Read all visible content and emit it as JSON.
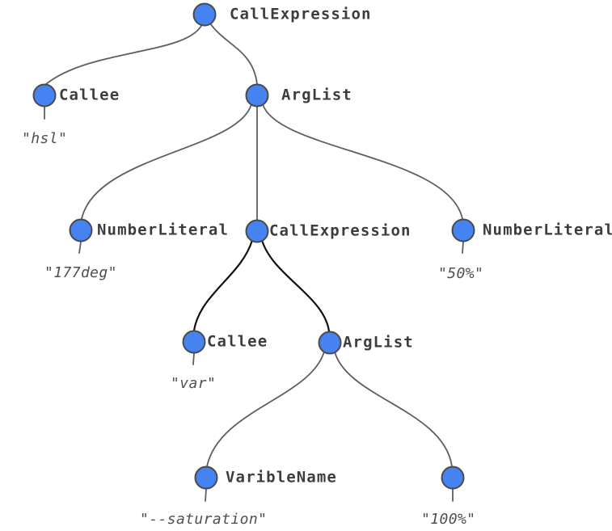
{
  "diagram": {
    "colors": {
      "node_fill": "#4584F0",
      "node_border": "#4a4a4a",
      "edge": "#5e5e5e",
      "edge_emphasis": "#121212",
      "label": "#3d3d3d",
      "value": "#4f4f4f",
      "background": "#ffffff"
    },
    "nodes": {
      "root": {
        "label": "CallExpression"
      },
      "callee_hsl": {
        "label": "Callee",
        "value": "\"hsl\""
      },
      "arglist_hsl": {
        "label": "ArgList"
      },
      "numlit_deg": {
        "label": "NumberLiteral",
        "value": "\"177deg\""
      },
      "callexpr_var": {
        "label": "CallExpression"
      },
      "numlit_50": {
        "label": "NumberLiteral",
        "value": "\"50%\""
      },
      "callee_var": {
        "label": "Callee",
        "value": "\"var\""
      },
      "arglist_var": {
        "label": "ArgList"
      },
      "varname": {
        "label": "VaribleName",
        "value": "\"--saturation\""
      },
      "num_100": {
        "value": "\"100%\""
      }
    }
  }
}
